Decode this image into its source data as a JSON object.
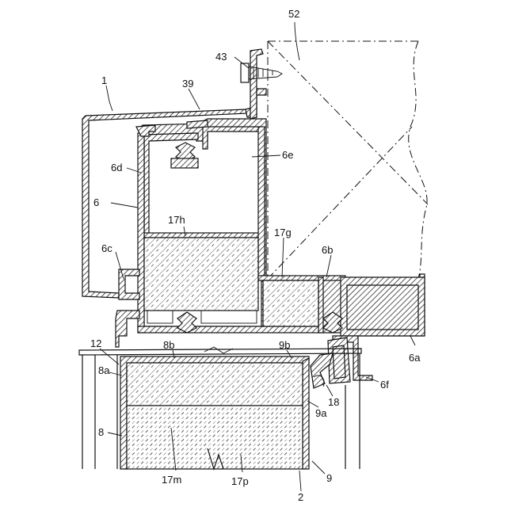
{
  "labels": {
    "l52": "52",
    "l43": "43",
    "l1": "1",
    "l39": "39",
    "l6e": "6e",
    "l6d": "6d",
    "l6": "6",
    "l17h": "17h",
    "l17g": "17g",
    "l6b": "6b",
    "l6c": "6c",
    "l12": "12",
    "l8b": "8b",
    "l9b": "9b",
    "l6a": "6a",
    "l8a": "8a",
    "l6f": "6f",
    "l18": "18",
    "l9a": "9a",
    "l8": "8",
    "l17m": "17m",
    "l17p": "17p",
    "l9": "9",
    "l2": "2"
  }
}
